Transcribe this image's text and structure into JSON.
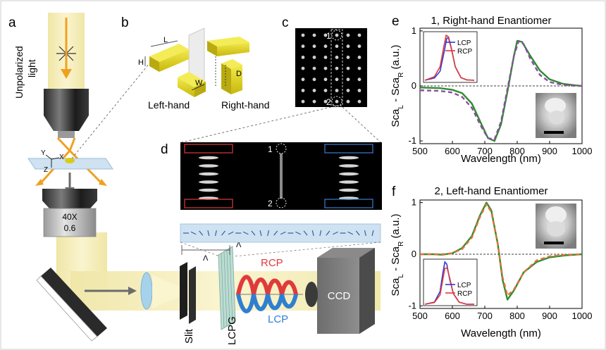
{
  "panels": {
    "a": "a",
    "b": "b",
    "c": "c",
    "d": "d",
    "e": "e",
    "f": "f"
  },
  "panel_a": {
    "light_label_line1": "Unpolarized",
    "light_label_line2": "light",
    "objective_line1": "40X",
    "objective_line2": "0.6",
    "axis_y": "Y",
    "axis_x": "X",
    "axis_z": "Z",
    "slit": "Slit",
    "lcpg": "LCPG",
    "rcp": "RCP",
    "lcp": "LCP",
    "ccd": "CCD",
    "period_symbol": "Λ"
  },
  "panel_b": {
    "dim_L": "L",
    "dim_H": "H",
    "dim_W": "W",
    "dim_D": "D",
    "left_hand": "Left-hand",
    "right_hand": "Right-hand"
  },
  "panel_c": {
    "marker_1": "1",
    "marker_2": "2"
  },
  "panel_d": {
    "marker_1": "1",
    "marker_2": "2"
  },
  "colors": {
    "green_curve": "#2e8b2e",
    "purple_dash": "#8a4fa0",
    "orange_dash": "#e0733a",
    "lcp_blue": "#2c3bd6",
    "rcp_red": "#e03a3a",
    "gold": "#d8cc18",
    "beam": "#f2eab0",
    "orange_arrow": "#f0a020"
  },
  "chart_data": [
    {
      "type": "line",
      "panel": "e",
      "title": "1, Right-hand Enantiomer",
      "xlabel": "Wavelength (nm)",
      "ylabel": "ScaL - ScaR (a.u.)",
      "xlim": [
        500,
        1000
      ],
      "ylim": [
        -1.05,
        1.05
      ],
      "xticks": [
        500,
        600,
        700,
        800,
        900,
        1000
      ],
      "yticks": [
        -1,
        0,
        1
      ],
      "series": [
        {
          "style": "solid-green",
          "x": [
            500,
            560,
            600,
            630,
            660,
            690,
            710,
            730,
            750,
            770,
            790,
            800,
            815,
            840,
            870,
            900,
            940,
            980,
            1000
          ],
          "y": [
            -0.03,
            -0.04,
            -0.07,
            -0.13,
            -0.32,
            -0.7,
            -0.95,
            -1.0,
            -0.7,
            -0.1,
            0.55,
            0.82,
            0.8,
            0.55,
            0.28,
            0.12,
            0.04,
            0.01,
            0.0
          ]
        },
        {
          "style": "dashed-purple",
          "x": [
            500,
            560,
            600,
            630,
            660,
            690,
            710,
            730,
            750,
            770,
            790,
            805,
            820,
            840,
            870,
            900,
            940,
            980,
            1000
          ],
          "y": [
            -0.08,
            -0.09,
            -0.12,
            -0.2,
            -0.4,
            -0.75,
            -0.95,
            -0.97,
            -0.65,
            -0.05,
            0.55,
            0.82,
            0.76,
            0.5,
            0.2,
            0.07,
            0.02,
            0.0,
            0.0
          ]
        }
      ],
      "inset": {
        "type": "line",
        "legend": [
          "LCP",
          "RCP"
        ],
        "series": [
          {
            "name": "LCP",
            "x": [
              500,
              550,
              580,
              600,
              615,
              625,
              640,
              660,
              690,
              720,
              760
            ],
            "y": [
              0.0,
              0.05,
              0.2,
              0.6,
              0.93,
              0.95,
              0.7,
              0.3,
              0.06,
              0.01,
              0.0
            ]
          },
          {
            "name": "RCP",
            "x": [
              500,
              550,
              580,
              600,
              612,
              622,
              638,
              660,
              690,
              720,
              760
            ],
            "y": [
              0.0,
              0.08,
              0.3,
              0.75,
              1.0,
              0.97,
              0.72,
              0.3,
              0.06,
              0.01,
              0.0
            ]
          }
        ]
      }
    },
    {
      "type": "line",
      "panel": "f",
      "title": "2, Left-hand Enantiomer",
      "xlabel": "Wavelength (nm)",
      "ylabel": "ScaL - ScaR (a.u.)",
      "xlim": [
        500,
        1000
      ],
      "ylim": [
        -1.05,
        1.05
      ],
      "xticks": [
        500,
        600,
        700,
        800,
        900,
        1000
      ],
      "yticks": [
        -1,
        0,
        1
      ],
      "series": [
        {
          "style": "solid-green",
          "x": [
            500,
            540,
            570,
            600,
            630,
            660,
            685,
            705,
            720,
            740,
            755,
            770,
            790,
            820,
            860,
            900,
            950,
            1000
          ],
          "y": [
            0.0,
            0.0,
            -0.01,
            0.02,
            0.12,
            0.35,
            0.75,
            1.0,
            0.85,
            0.2,
            -0.5,
            -0.88,
            -0.7,
            -0.35,
            -0.15,
            -0.06,
            -0.02,
            0.0
          ]
        },
        {
          "style": "dashed-orange",
          "x": [
            500,
            540,
            570,
            600,
            630,
            660,
            685,
            705,
            720,
            740,
            755,
            770,
            790,
            820,
            860,
            900,
            950,
            1000
          ],
          "y": [
            0.0,
            0.0,
            0.0,
            0.02,
            0.1,
            0.32,
            0.72,
            0.97,
            0.82,
            0.2,
            -0.45,
            -0.8,
            -0.68,
            -0.35,
            -0.12,
            -0.04,
            -0.01,
            0.0
          ]
        }
      ],
      "inset": {
        "type": "line",
        "legend": [
          "LCP",
          "RCP"
        ],
        "series": [
          {
            "name": "LCP",
            "x": [
              500,
              550,
              580,
              595,
              605,
              615,
              630,
              650,
              680,
              720,
              760
            ],
            "y": [
              0.0,
              0.05,
              0.3,
              0.75,
              1.0,
              0.95,
              0.6,
              0.25,
              0.05,
              0.0,
              0.0
            ]
          },
          {
            "name": "RCP",
            "x": [
              500,
              550,
              580,
              595,
              605,
              617,
              632,
              650,
              680,
              720,
              760
            ],
            "y": [
              0.0,
              0.04,
              0.22,
              0.6,
              0.85,
              0.86,
              0.6,
              0.25,
              0.05,
              0.0,
              0.0
            ]
          }
        ]
      }
    }
  ]
}
